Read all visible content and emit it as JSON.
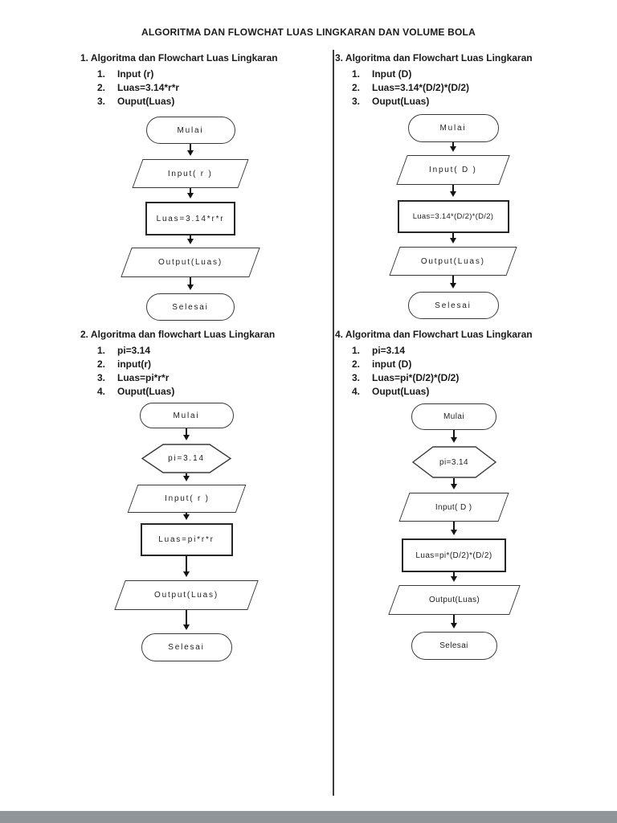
{
  "title": "ALGORITMA DAN FLOWCHAT LUAS LINGKARAN DAN VOLUME BOLA",
  "sections": [
    {
      "heading": "1. Algoritma dan Flowchart Luas Lingkaran",
      "steps": [
        {
          "num": "1.",
          "text": "Input (r)"
        },
        {
          "num": "2.",
          "text": "Luas=3.14*r*r"
        },
        {
          "num": "3.",
          "text": "Ouput(Luas)"
        }
      ],
      "flow": {
        "start": "Mulai",
        "input": "Input( r )",
        "process": "Luas=3.14*r*r",
        "output": "Output(Luas)",
        "end": "Selesai"
      }
    },
    {
      "heading": "2. Algoritma dan flowchart Luas Lingkaran",
      "steps": [
        {
          "num": "1.",
          "text": "pi=3.14"
        },
        {
          "num": "2.",
          "text": "input(r)"
        },
        {
          "num": "3.",
          "text": "Luas=pi*r*r"
        },
        {
          "num": "4.",
          "text": "Ouput(Luas)"
        }
      ],
      "flow": {
        "start": "Mulai",
        "prep": "pi=3.14",
        "input": "Input( r )",
        "process": "Luas=pi*r*r",
        "output": "Output(Luas)",
        "end": "Selesai"
      }
    },
    {
      "heading": "3. Algoritma dan Flowchart Luas Lingkaran",
      "steps": [
        {
          "num": "1.",
          "text": "Input (D)"
        },
        {
          "num": "2.",
          "text": "Luas=3.14*(D/2)*(D/2)"
        },
        {
          "num": "3.",
          "text": "Ouput(Luas)"
        }
      ],
      "flow": {
        "start": "Mulai",
        "input": "Input( D )",
        "process": "Luas=3.14*(D/2)*(D/2)",
        "output": "Output(Luas)",
        "end": "Selesai"
      }
    },
    {
      "heading": "4. Algoritma dan Flowchart Luas Lingkaran",
      "steps": [
        {
          "num": "1.",
          "text": "pi=3.14"
        },
        {
          "num": "2.",
          "text": "input (D)"
        },
        {
          "num": "3.",
          "text": "Luas=pi*(D/2)*(D/2)"
        },
        {
          "num": "4.",
          "text": "Ouput(Luas)"
        }
      ],
      "flow": {
        "start": "Mulai",
        "prep": "pi=3.14",
        "input": "Input( D )",
        "process": "Luas=pi*(D/2)*(D/2)",
        "output": "Output(Luas)",
        "end": "Selesai"
      }
    }
  ],
  "colors": {
    "shape_line": "#3a3a3a",
    "text": "#1a1a1a",
    "divider": "#3c3c3c",
    "bottom_bar": "#90959a"
  }
}
